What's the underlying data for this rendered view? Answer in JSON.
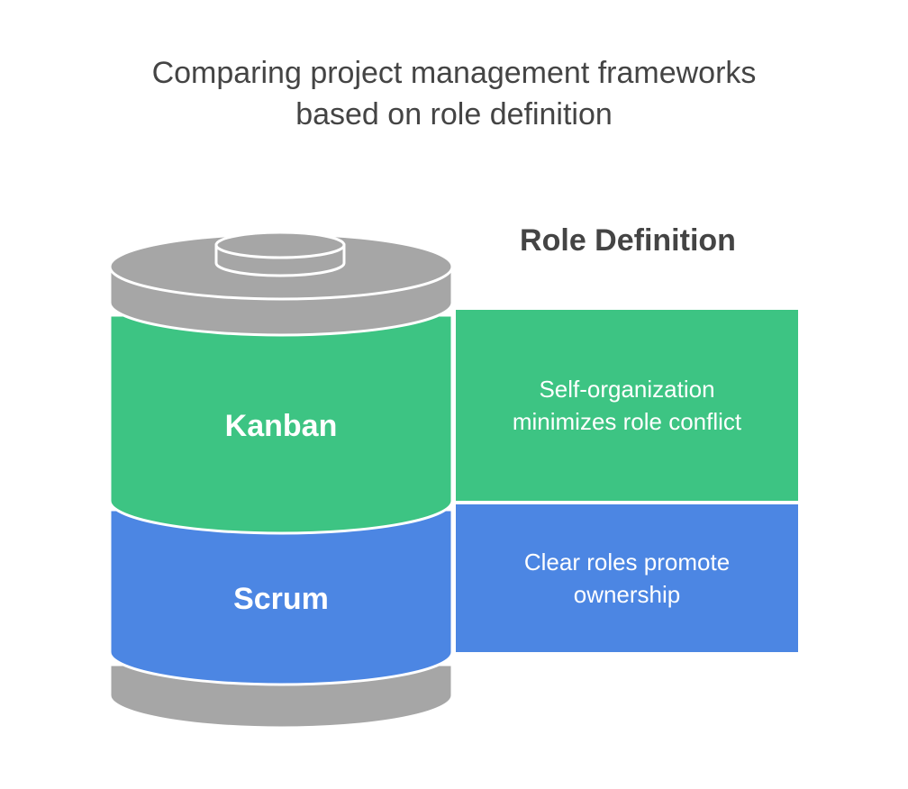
{
  "title": {
    "line1": "Comparing project management frameworks",
    "line2": "based on role definition"
  },
  "column_header": "Role Definition",
  "colors": {
    "kanban": "#3DC483",
    "scrum": "#4C86E3",
    "cap": "#A6A6A6",
    "outline": "#ffffff",
    "text_dark": "#444444"
  },
  "layers": [
    {
      "name": "Kanban",
      "description": "Self-organization minimizes role conflict"
    },
    {
      "name": "Scrum",
      "description": "Clear roles promote ownership"
    }
  ]
}
